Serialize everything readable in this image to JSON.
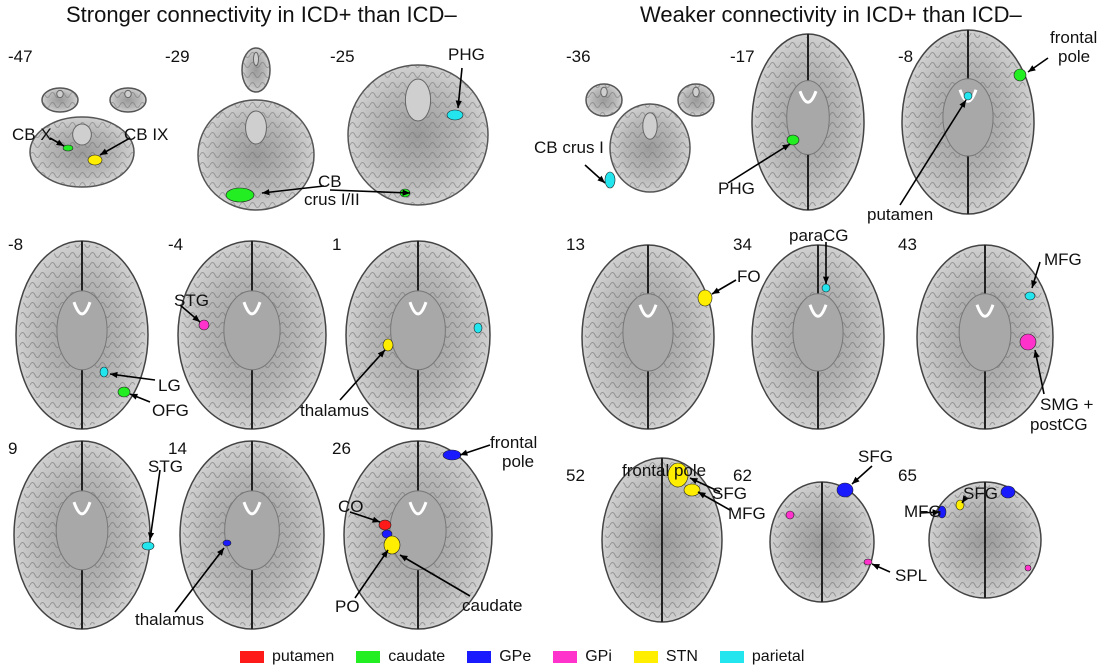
{
  "headings": {
    "left": "Stronger connectivity in ICD+ than ICD–",
    "right": "Weaker connectivity in ICD+ than ICD–"
  },
  "slice_numbers": {
    "l1": "-47",
    "l2": "-29",
    "l3": "-25",
    "l4": "-8",
    "l5": "-4",
    "l6": "1",
    "l7": "9",
    "l8": "14",
    "l9": "26",
    "r1": "-36",
    "r2": "-17",
    "r3": "-8",
    "r4": "13",
    "r5": "34",
    "r6": "43",
    "r7": "52",
    "r8": "62",
    "r9": "65"
  },
  "labels": {
    "cbx": "CB X",
    "cbix": "CB IX",
    "cbcrus": "CB",
    "cbcrus2": "crus I/II",
    "phg_l3": "PHG",
    "stg_l4": "STG",
    "lg": "LG",
    "ofg": "OFG",
    "thal_l6": "thalamus",
    "stg_l7": "STG",
    "thal_l8": "thalamus",
    "fp_l9a": "frontal",
    "fp_l9b": "pole",
    "co": "CO",
    "po": "PO",
    "caudate": "caudate",
    "cbcrusi": "CB crus I",
    "phg_r2": "PHG",
    "fp_r3a": "frontal",
    "fp_r3b": "pole",
    "putamen": "putamen",
    "fo": "FO",
    "paracg": "paraCG",
    "mfg_r6": "MFG",
    "smg_a": "SMG +",
    "smg_b": "postCG",
    "fp_r7": "frontal pole",
    "sfg_r7": "SFG",
    "mfg_r7": "MFG",
    "sfg_r8": "SFG",
    "spl": "SPL",
    "sfg_r9": "SFG",
    "mfg_r9": "MFG"
  },
  "legend": [
    {
      "label": "putamen",
      "color": "#ff1a1a"
    },
    {
      "label": "caudate",
      "color": "#22ee22"
    },
    {
      "label": "GPe",
      "color": "#1a1aff"
    },
    {
      "label": "GPi",
      "color": "#ff33cc"
    },
    {
      "label": "STN",
      "color": "#ffee00"
    },
    {
      "label": "parietal",
      "color": "#22e5ee"
    }
  ]
}
